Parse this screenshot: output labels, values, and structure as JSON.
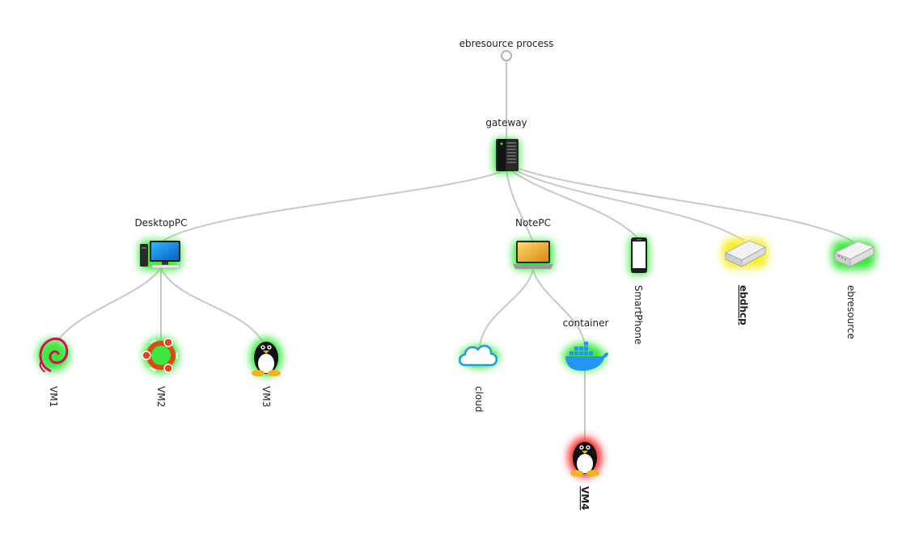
{
  "colors": {
    "edge": "#c8c8c8",
    "ok_glow": "#39e83d",
    "warn_glow": "#f5ee22",
    "error_glow": "#ff2a2a",
    "warn_text": "#a4a41a",
    "error_text": "#e10000",
    "root_ring": "#b5b5b5"
  },
  "nodes": {
    "root": {
      "label": "ebresource process",
      "icon": "root-circle-icon",
      "status": "none"
    },
    "gateway": {
      "label": "gateway",
      "icon": "server-tower-icon",
      "status": "ok"
    },
    "desktoppc": {
      "label": "DesktopPC",
      "icon": "desktop-pc-icon",
      "status": "ok"
    },
    "notepc": {
      "label": "NotePC",
      "icon": "laptop-icon",
      "status": "ok"
    },
    "smartphone": {
      "label": "SmartPhone",
      "icon": "smartphone-icon",
      "status": "ok"
    },
    "ebdhcp": {
      "label": "ebdhcp",
      "icon": "appliance-icon",
      "status": "warn"
    },
    "ebresource": {
      "label": "ebresource",
      "icon": "appliance-icon",
      "status": "ok"
    },
    "vm1": {
      "label": "VM1",
      "icon": "debian-icon",
      "status": "ok"
    },
    "vm2": {
      "label": "VM2",
      "icon": "ubuntu-icon",
      "status": "ok"
    },
    "vm3": {
      "label": "VM3",
      "icon": "linux-tux-icon",
      "status": "ok"
    },
    "cloud": {
      "label": "cloud",
      "icon": "cloud-icon",
      "status": "ok"
    },
    "container": {
      "label": "container",
      "icon": "docker-icon",
      "status": "ok"
    },
    "vm4": {
      "label": "VM4",
      "icon": "linux-tux-icon",
      "status": "error"
    }
  }
}
